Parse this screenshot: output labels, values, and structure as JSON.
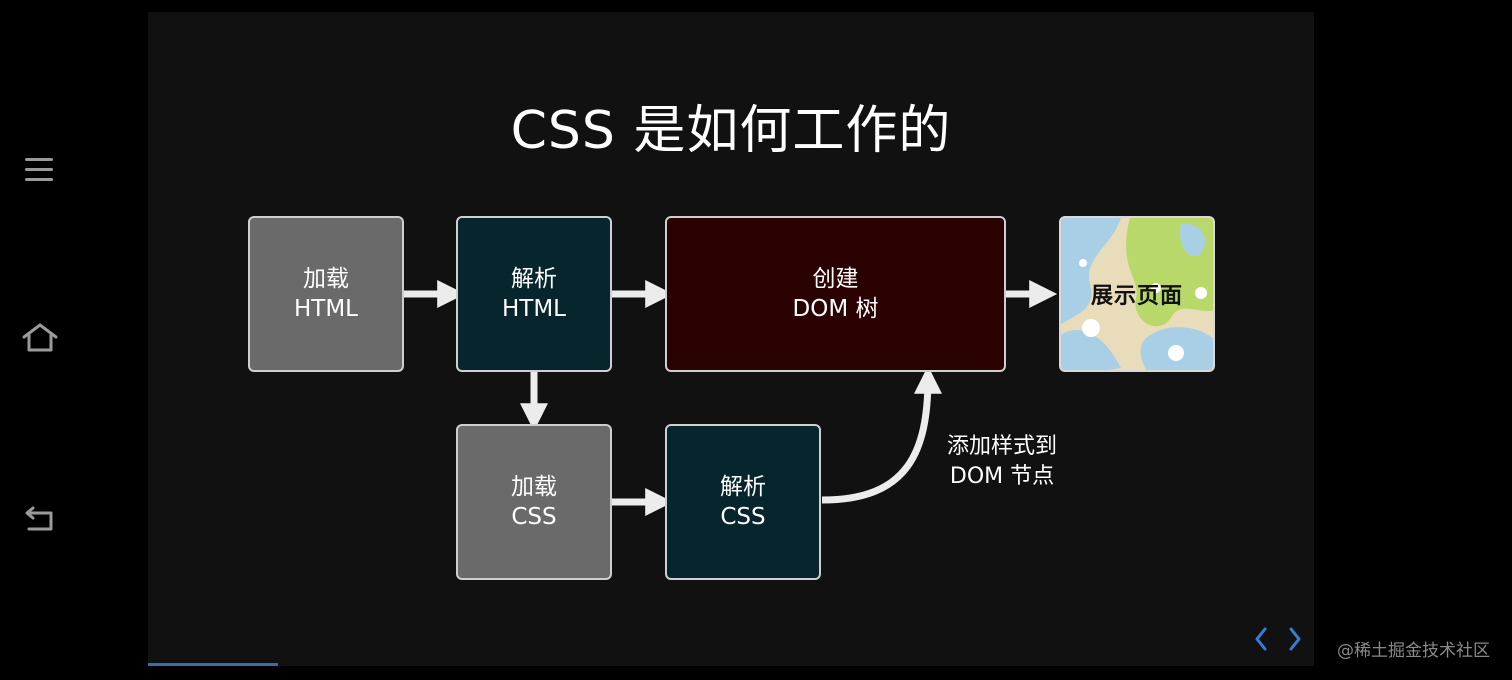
{
  "slide": {
    "title": "CSS 是如何工作的",
    "boxes": {
      "load_html": {
        "line1": "加载",
        "line2": "HTML"
      },
      "parse_html": {
        "line1": "解析",
        "line2": "HTML"
      },
      "create_dom": {
        "line1": "创建",
        "line2": "DOM 树"
      },
      "display_page": {
        "label": "展示页面"
      },
      "load_css": {
        "line1": "加载",
        "line2": "CSS"
      },
      "parse_css": {
        "line1": "解析",
        "line2": "CSS"
      }
    },
    "note": {
      "line1": "添加样式到",
      "line2": "DOM 节点"
    }
  },
  "watermark": "@稀土掘金技术社区",
  "colors": {
    "slide_bg": "#111111",
    "gray_box": "#6a6a6a",
    "teal_box": "#06252d",
    "maroon_box": "#2a0202",
    "pager_blue": "#3a7bd5"
  },
  "icons": {
    "menu": "menu-icon",
    "home": "home-icon",
    "back": "back-icon",
    "prev": "chevron-left-icon",
    "next": "chevron-right-icon"
  }
}
